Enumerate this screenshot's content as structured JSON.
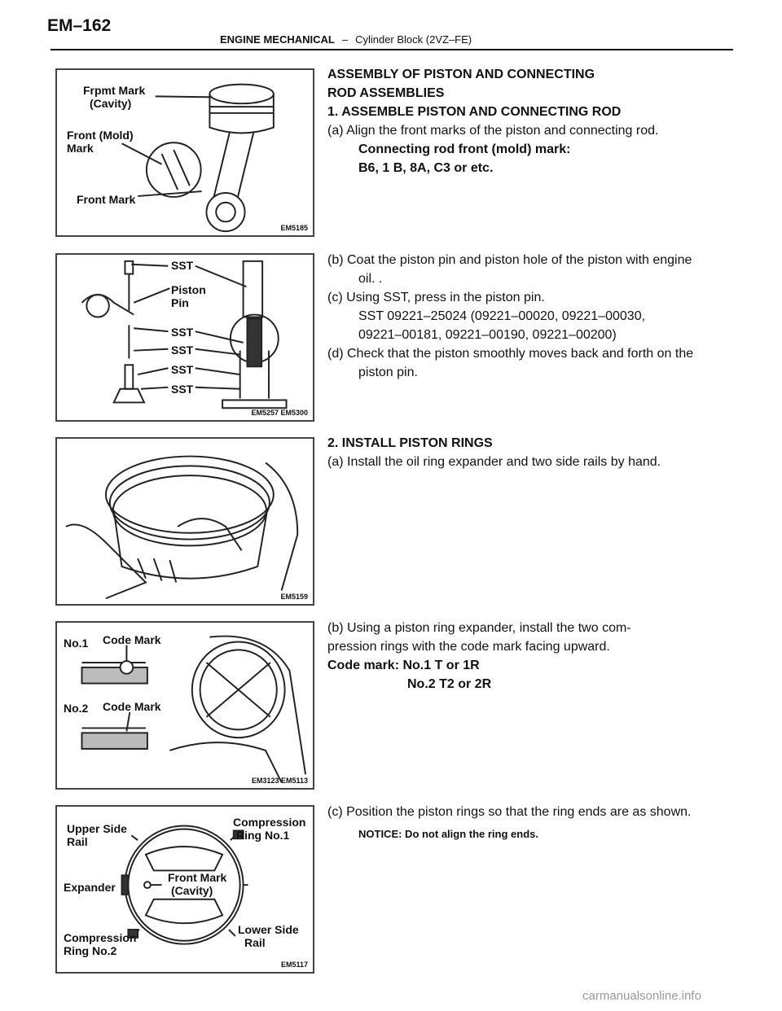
{
  "header": {
    "page_number": "EM–162",
    "section": "ENGINE MECHANICAL",
    "separator": "–",
    "subsection": "Cylinder Block (2VZ–FE)"
  },
  "figures": [
    {
      "code": "EM5185",
      "labels": [
        "Frpmt Mark",
        "(Cavity)",
        "Front (Mold)",
        "Mark",
        "Front Mark"
      ]
    },
    {
      "code": "EM5257 EM5300",
      "labels": [
        "SST",
        "Piston",
        "Pin",
        "SST",
        "SST",
        "SST",
        "SST"
      ]
    },
    {
      "code": "EM5159",
      "labels": []
    },
    {
      "code": "EM3123 EM5113",
      "labels": [
        "No.1",
        "Code Mark",
        "No.2",
        "Code Mark"
      ]
    },
    {
      "code": "EM5117",
      "labels": [
        "Upper Side",
        "Rail",
        "Compression",
        "Ring No.1",
        "Expander",
        "Front Mark",
        "(Cavity)",
        "Compression",
        "Ring No.2",
        "Lower Side",
        "Rail"
      ]
    }
  ],
  "sections": {
    "s1": {
      "title1": "ASSEMBLY OF PISTON AND CONNECTING",
      "title2": "ROD ASSEMBLIES",
      "step1": "1. ASSEMBLE PISTON AND CONNECTING ROD",
      "a": "(a) Align the front marks of the piston and connecting rod.",
      "a_note1": "Connecting rod front (mold) mark:",
      "a_note2": "B6, 1 B, 8A, C3 or etc."
    },
    "s2": {
      "b": "(b) Coat the piston pin and piston hole of the piston with engine oil. .",
      "c": "(c) Using SST, press in the piston pin.",
      "sst1": "SST 09221–25024 (09221–00020, 09221–00030,",
      "sst2": "09221–00181, 09221–00190, 09221–00200)",
      "d": "(d) Check that the piston smoothly moves back and forth on the piston pin."
    },
    "s3": {
      "step2": "2. INSTALL PISTON RINGS",
      "a": "(a) Install the oil ring expander and two side rails by hand."
    },
    "s4": {
      "b1": "(b) Using a piston ring expander, install the two com-",
      "b2": "pression rings with the code mark facing upward.",
      "code1": "Code mark: No.1 T or 1R",
      "code2": "No.2 T2 or 2R"
    },
    "s5": {
      "c": "(c) Position the piston rings so that the ring ends are as shown.",
      "notice": "NOTICE: Do not align the ring ends."
    }
  },
  "watermark": "carmanualsonline.info"
}
